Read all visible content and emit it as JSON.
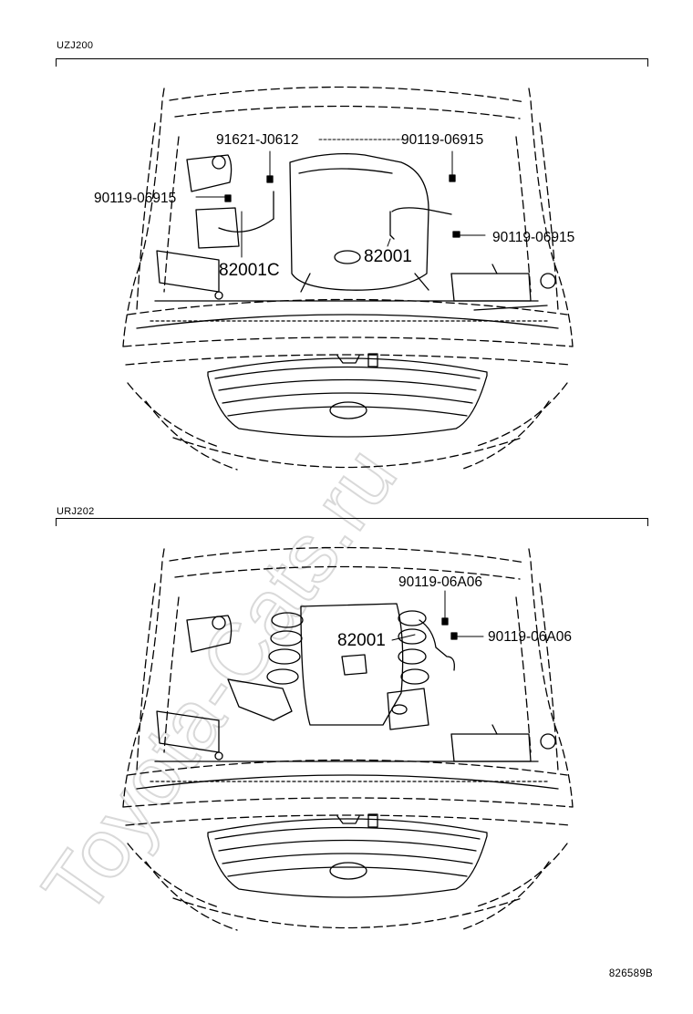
{
  "top": {
    "model": "UZJ200",
    "callouts": {
      "bolt_top_center": "91621-J0612",
      "bolt_top_right": "90119-06915",
      "bolt_left": "90119-06915",
      "bolt_right": "90119-06915",
      "sensor_main": "82001",
      "sensor_left": "82001C"
    }
  },
  "bottom": {
    "model": "URJ202",
    "callouts": {
      "bolt_top": "90119-06A06",
      "bolt_right": "90119-06A06",
      "sensor_main": "82001"
    }
  },
  "figure_id": "826589B",
  "watermark": "Toyota-Cats.ru",
  "colors": {
    "line": "#000000",
    "watermark": "#d6d6d6"
  }
}
